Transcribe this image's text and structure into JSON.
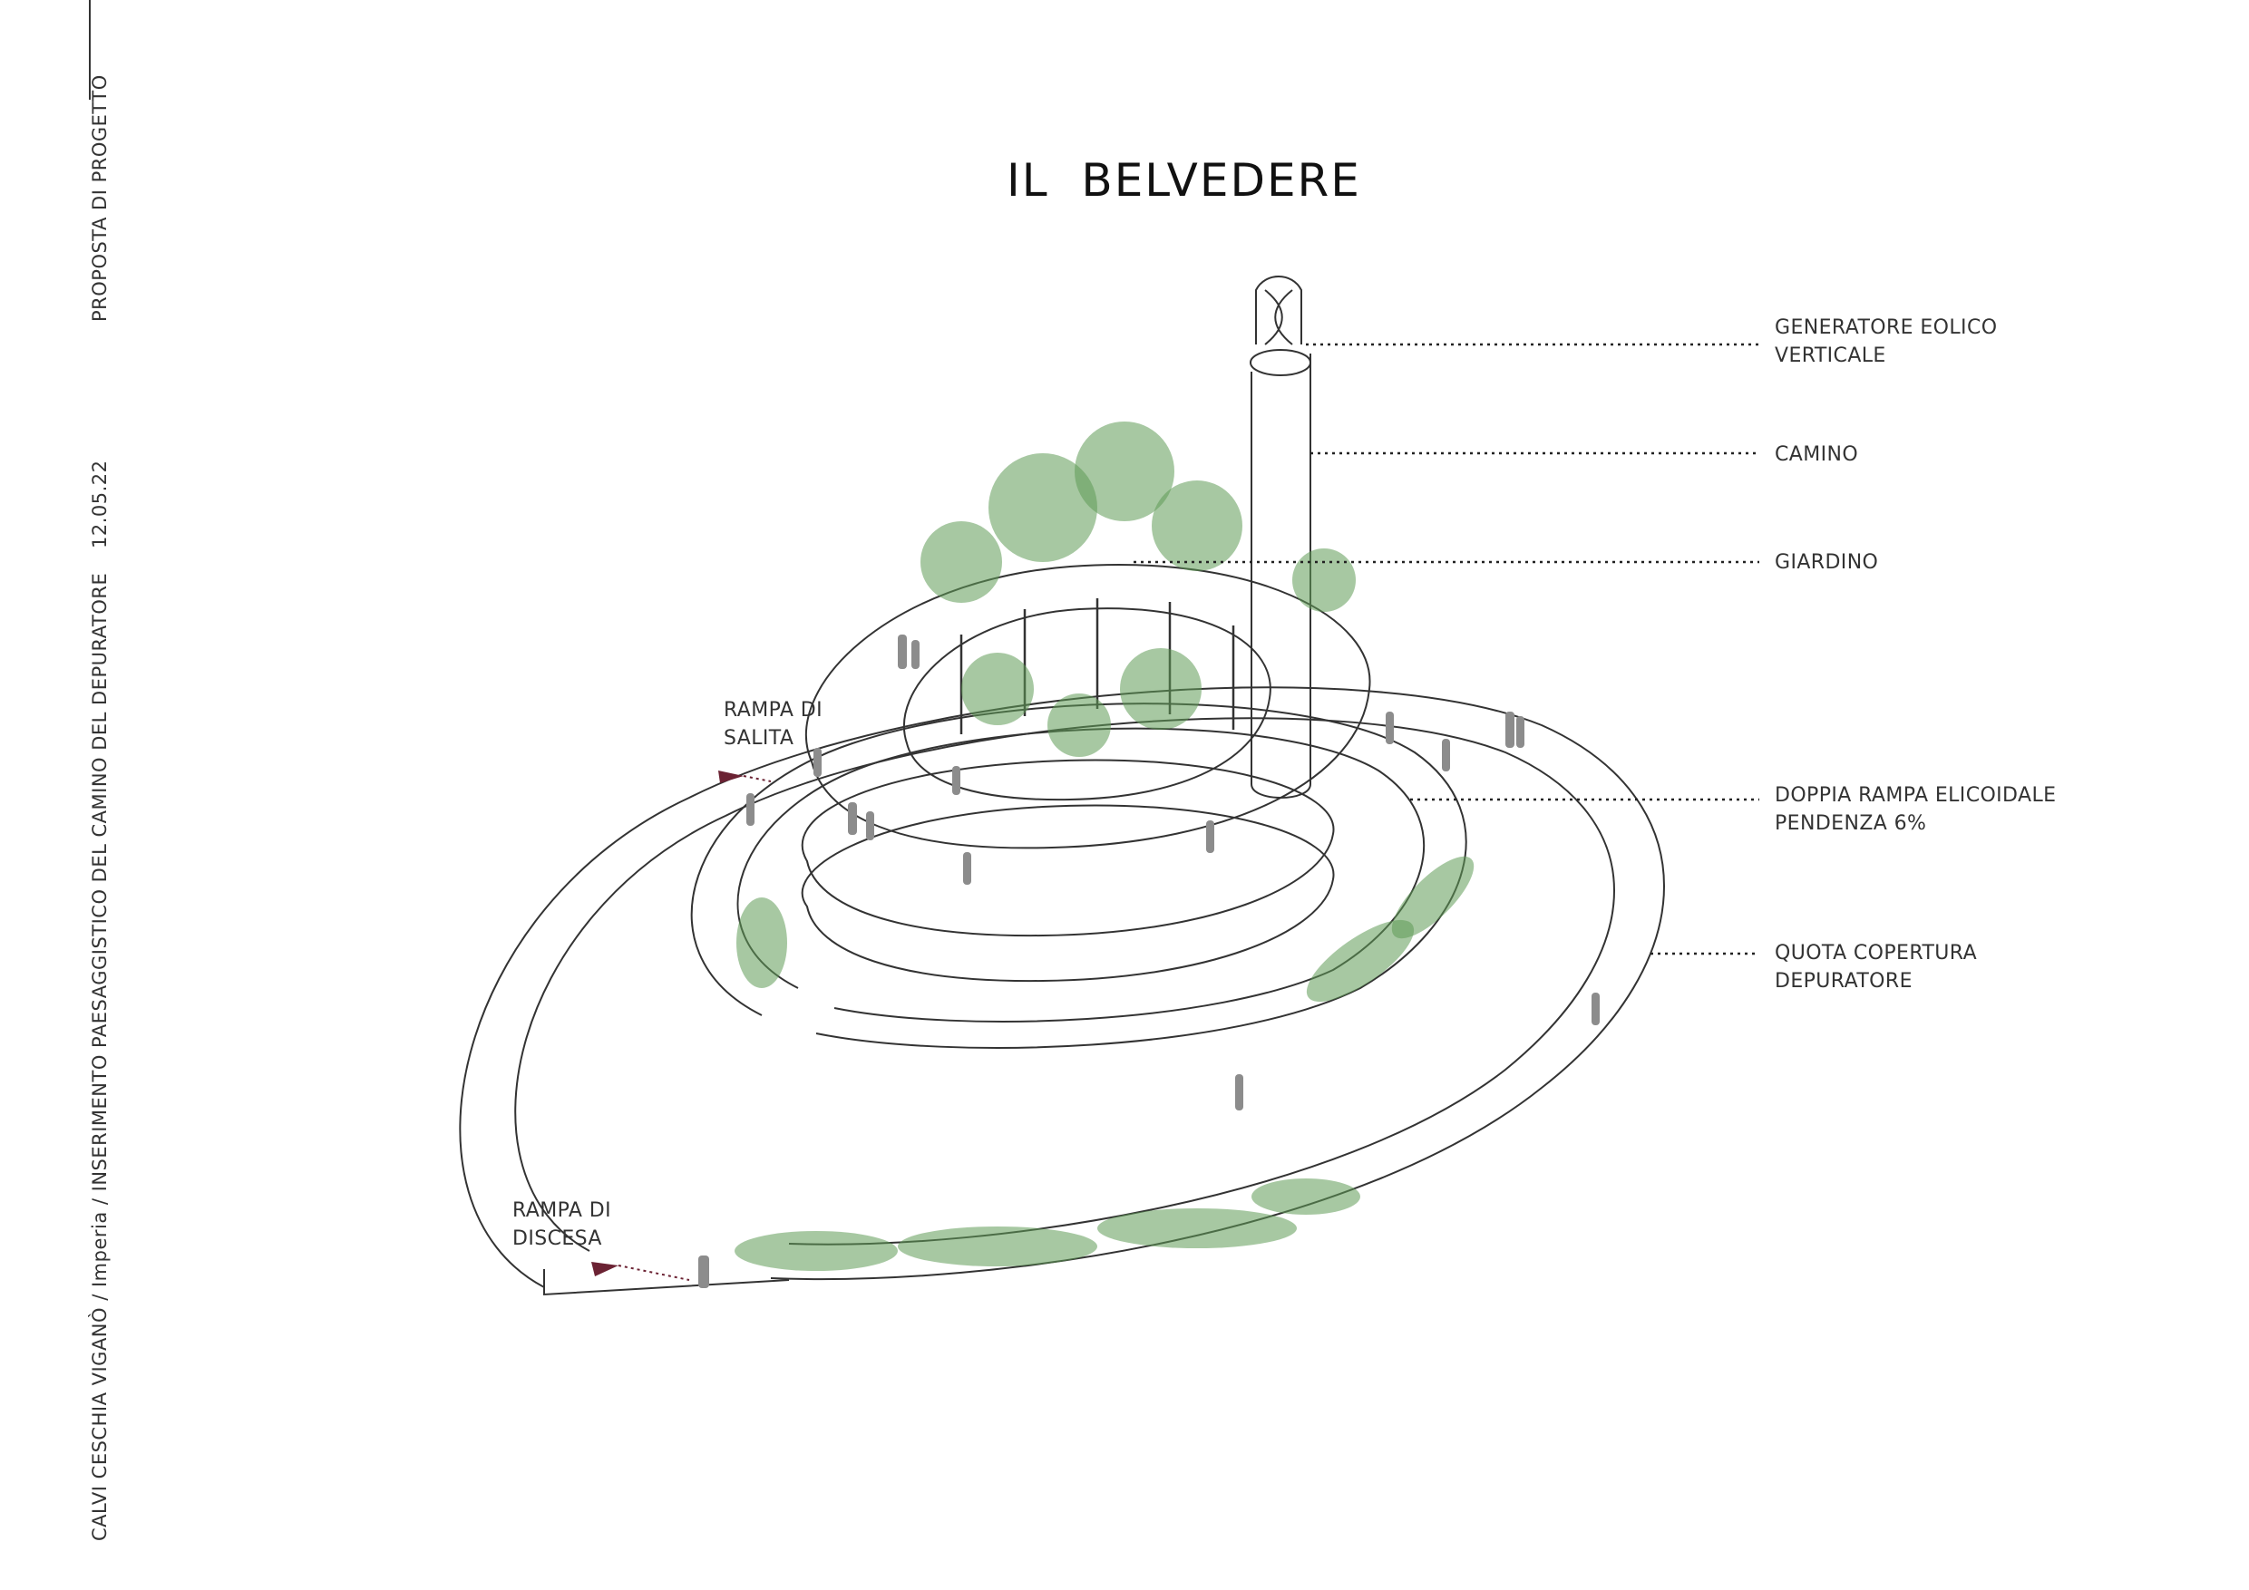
{
  "title": "IL  BELVEDERE",
  "sidebar": {
    "project_label": "PROPOSTA DI PROGETTO",
    "date": "12.05.22",
    "credits": "CALVI CESCHIA VIGANÒ / Imperia / INSERIMENTO PAESAGGISTICO DEL CAMINO DEL DEPURATORE"
  },
  "labels": {
    "generatore": [
      "GENERATORE EOLICO",
      "VERTICALE"
    ],
    "camino": "CAMINO",
    "giardino": "GIARDINO",
    "doppia_rampa": [
      "DOPPIA RAMPA ELICOIDALE",
      "PENDENZA 6%"
    ],
    "quota": [
      "QUOTA COPERTURA",
      "DEPURATORE"
    ],
    "rampa_salita": [
      "RAMPA DI",
      "SALITA"
    ],
    "rampa_discesa": [
      "RAMPA DI",
      "DISCESA"
    ]
  },
  "colors": {
    "line": "#333333",
    "vegetation": "#5f9a55",
    "people": "#8c8c8c",
    "arrow": "#6b2233"
  }
}
